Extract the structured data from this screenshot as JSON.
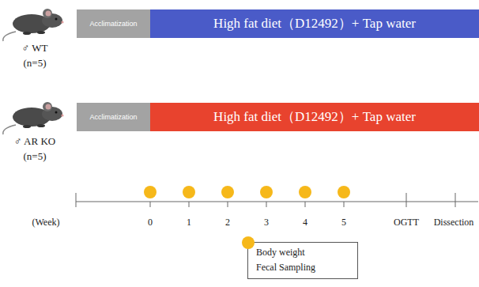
{
  "diagram": {
    "nodes": [
      {
        "text": [
          "Acclimatization"
        ]
      },
      {
        "text": [
          "High fat diet（D12492）+ Tap water"
        ]
      },
      {
        "text": [
          "Acclimatization"
        ]
      },
      {
        "text": [
          "High fat diet（D12492）+ Tap water"
        ]
      },
      {
        "text": [
          "Body weight",
          "Fecal Sampling"
        ]
      }
    ],
    "labels": [
      "♂ WT",
      "(n=5)",
      "♂ AR KO",
      "(n=5)",
      "(Week)",
      "0",
      "1",
      "2",
      "3",
      "4",
      "5",
      "OGTT",
      "Dissection"
    ]
  }
}
